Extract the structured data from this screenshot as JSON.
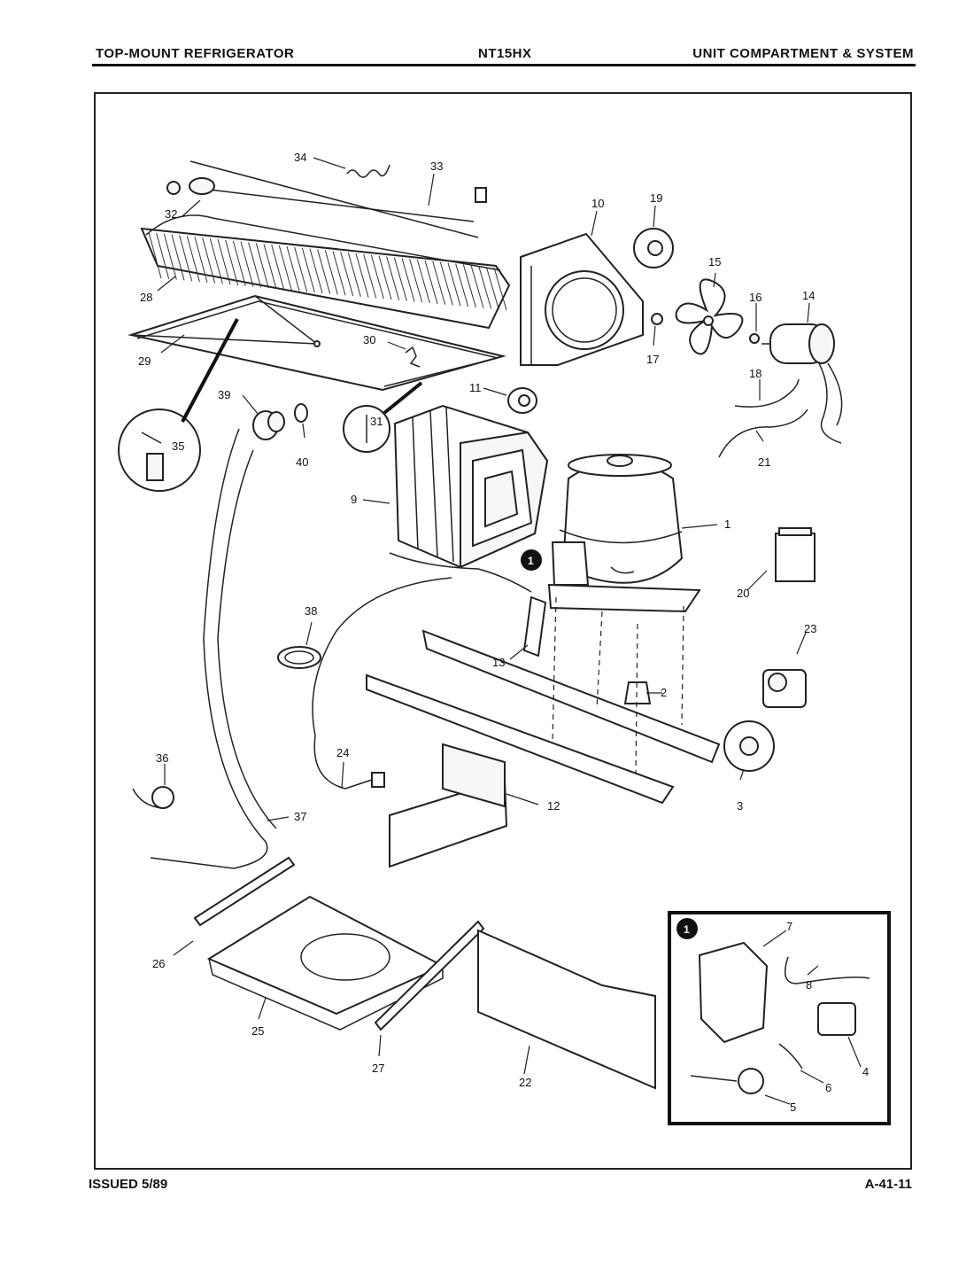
{
  "header": {
    "left": "TOP-MOUNT REFRIGERATOR",
    "model": "NT15HX",
    "right": "UNIT COMPARTMENT & SYSTEM"
  },
  "footer": {
    "issued": "ISSUED 5/89",
    "page_code": "A-41-11"
  },
  "callouts": {
    "c1": "1",
    "c2": "2",
    "c3": "3",
    "c4": "4",
    "c5": "5",
    "c6": "6",
    "c7": "7",
    "c8": "8",
    "c9": "9",
    "c10": "10",
    "c11": "11",
    "c12": "12",
    "c13": "13",
    "c14": "14",
    "c15": "15",
    "c16": "16",
    "c17": "17",
    "c18": "18",
    "c19": "19",
    "c20": "20",
    "c21": "21",
    "c22": "22",
    "c23": "23",
    "c24": "24",
    "c25": "25",
    "c26": "26",
    "c27": "27",
    "c28": "28",
    "c29": "29",
    "c30": "30",
    "c31": "31",
    "c32": "32",
    "c33": "33",
    "c34": "34",
    "c35": "35",
    "c36": "36",
    "c37": "37",
    "c38": "38",
    "c39": "39",
    "c40": "40"
  },
  "inset": {
    "marker": "1"
  }
}
